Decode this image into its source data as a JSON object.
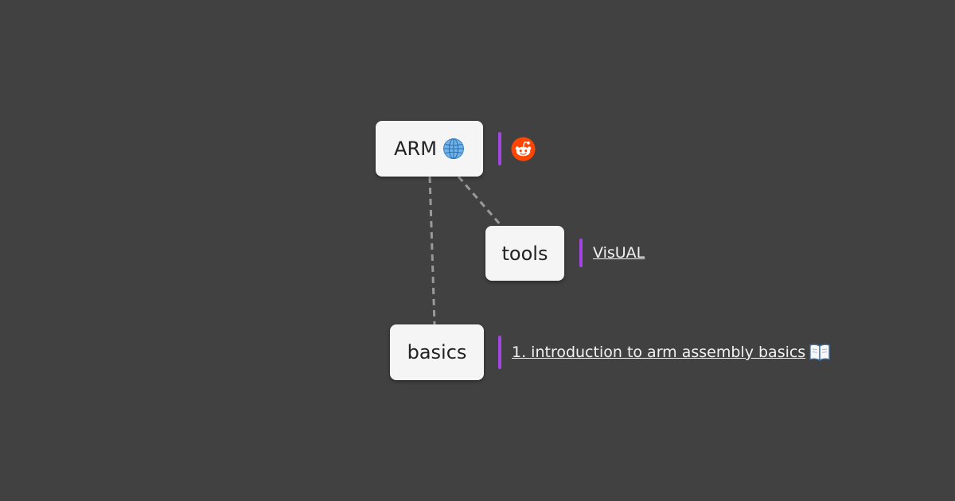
{
  "nodes": {
    "root": {
      "label": "ARM",
      "icon": "globe-icon"
    },
    "tools": {
      "label": "tools"
    },
    "basics": {
      "label": "basics"
    }
  },
  "notes": {
    "root": {
      "icon": "reddit-icon"
    },
    "tools": {
      "link_text": "VisUAL"
    },
    "basics": {
      "link_text": "1. introduction to arm assembly basics ",
      "icon": "book-icon"
    }
  },
  "colors": {
    "background": "#414141",
    "node_fill": "#f5f5f5",
    "connector": "#9a9a9a",
    "note_accent": "#a244e6",
    "reddit": "#ff4500"
  }
}
